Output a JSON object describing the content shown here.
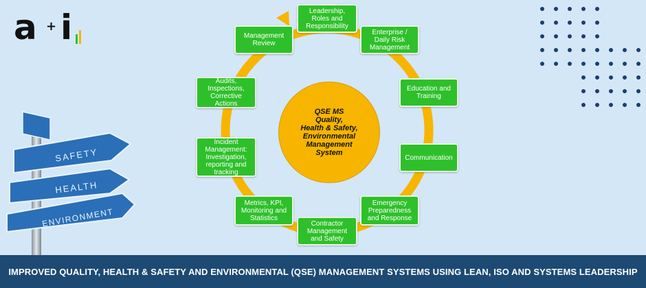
{
  "logo": {
    "letter_a": "a",
    "plus": "+",
    "letter_i": "i",
    "bar_colors": [
      "#2ec02a",
      "#f7b500",
      "#1d4a73"
    ]
  },
  "signpost": {
    "signs": [
      "SAFETY",
      "HEALTH",
      "ENVIRONMENT"
    ]
  },
  "diagram": {
    "center": "QSE MS\nQuality,\nHealth & Safety,\nEnvironmental\nManagement\nSystem",
    "nodes": [
      "Leadership,\nRoles and\nResponsibility",
      "Enterprise /\nDaily Risk\nManagement",
      "Education and\nTraining",
      "Communication",
      "Emergency\nPreparedness\nand Response",
      "Contractor\nManagement\nand Safety",
      "Metrics, KPI,\nMonitoring and\nStatistics",
      "Incident\nManagement:\nInvestigation,\nreporting and\ntracking",
      "Audits,\nInspections,\nCorrective\nActions",
      "Management\nReview"
    ]
  },
  "colors": {
    "node_green": "#2ec02a",
    "ring_orange": "#f7b500",
    "banner_navy": "#1d4a73",
    "background": "#d4e7f7"
  },
  "footer": {
    "title": "IMPROVED QUALITY, HEALTH & SAFETY AND ENVIRONMENTAL (QSE) MANAGEMENT SYSTEMS USING LEAN, ISO AND SYSTEMS LEADERSHIP"
  }
}
